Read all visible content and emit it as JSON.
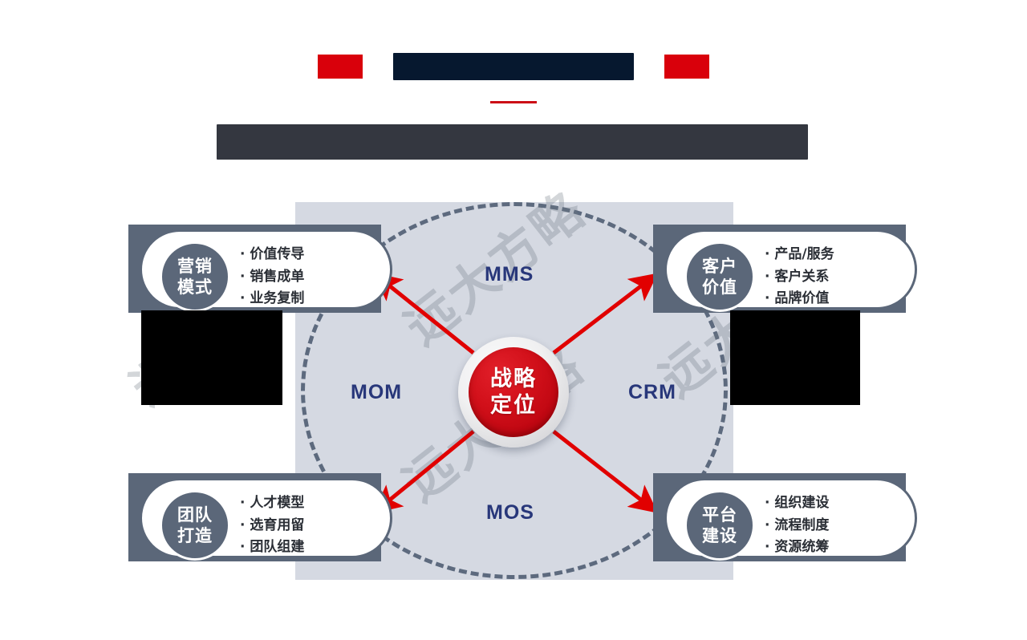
{
  "header": {
    "title_redacted": "",
    "subtitle_redacted": "",
    "accent_red": "#d9000b",
    "title_bar_color": "#06182f",
    "subtitle_bar_color": "#343740"
  },
  "watermark": {
    "text": "远大方略"
  },
  "diagram": {
    "center": {
      "line1": "战略",
      "line2": "定位"
    },
    "quadrants": [
      {
        "id": "mms",
        "label": "MMS",
        "position": "top"
      },
      {
        "id": "mom",
        "label": "MOM",
        "position": "left"
      },
      {
        "id": "crm",
        "label": "CRM",
        "position": "right"
      },
      {
        "id": "mos",
        "label": "MOS",
        "position": "bottom"
      }
    ],
    "cards": [
      {
        "id": "mms",
        "badge_line1": "营销",
        "badge_line2": "模式",
        "bullets": [
          "价值传导",
          "销售成单",
          "业务复制"
        ]
      },
      {
        "id": "crm",
        "badge_line1": "客户",
        "badge_line2": "价值",
        "bullets": [
          "产品/服务",
          "客户关系",
          "品牌价值"
        ]
      },
      {
        "id": "mom",
        "badge_line1": "团队",
        "badge_line2": "打造",
        "bullets": [
          "人才模型",
          "选育用留",
          "团队组建"
        ]
      },
      {
        "id": "mos",
        "badge_line1": "平台",
        "badge_line2": "建设",
        "bullets": [
          "组织建设",
          "流程制度",
          "资源统筹"
        ]
      }
    ],
    "colors": {
      "arrow_red": "#e10000",
      "panel_gray": "#d5d9e2",
      "slate": "#5b6779",
      "label_blue": "#28377a",
      "center_red": "#cc0c16"
    }
  }
}
